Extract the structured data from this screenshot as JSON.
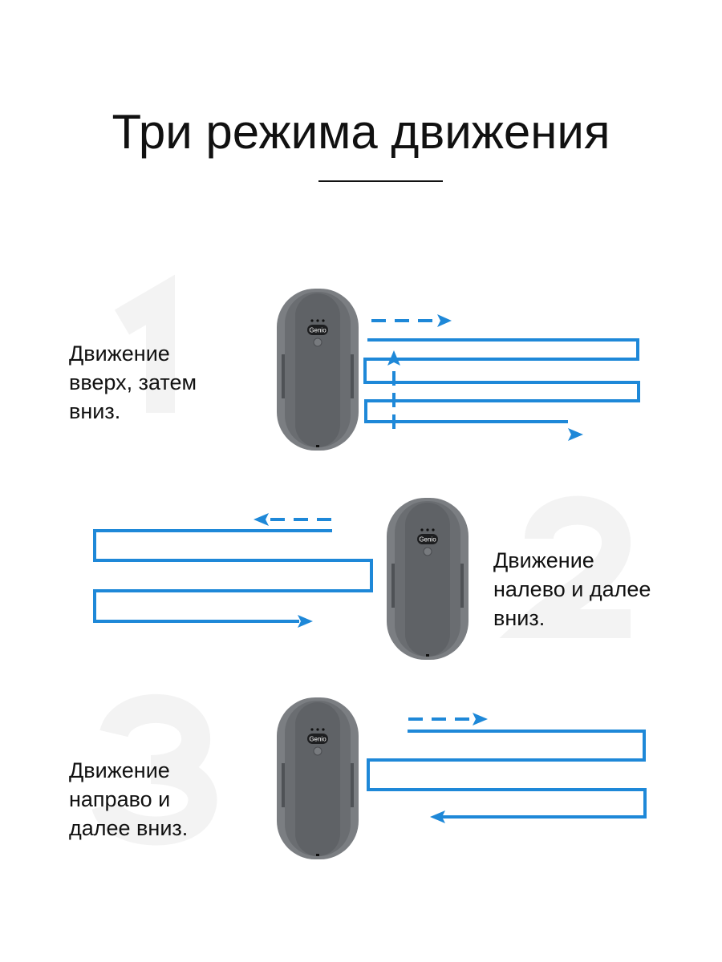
{
  "title": "Три режима движения",
  "modes": [
    {
      "number": "1",
      "description_lines": [
        "Движение",
        "вверх, затем",
        "вниз."
      ]
    },
    {
      "number": "2",
      "description_lines": [
        "Движение",
        "налево и далее",
        "вниз."
      ]
    },
    {
      "number": "3",
      "description_lines": [
        "Движение",
        "направо и",
        "далее вниз."
      ]
    }
  ],
  "robot": {
    "brand": "Genio",
    "body_color": "#5f6266",
    "pad_color": "#7b7e82"
  },
  "path_color": "#1e88d8"
}
